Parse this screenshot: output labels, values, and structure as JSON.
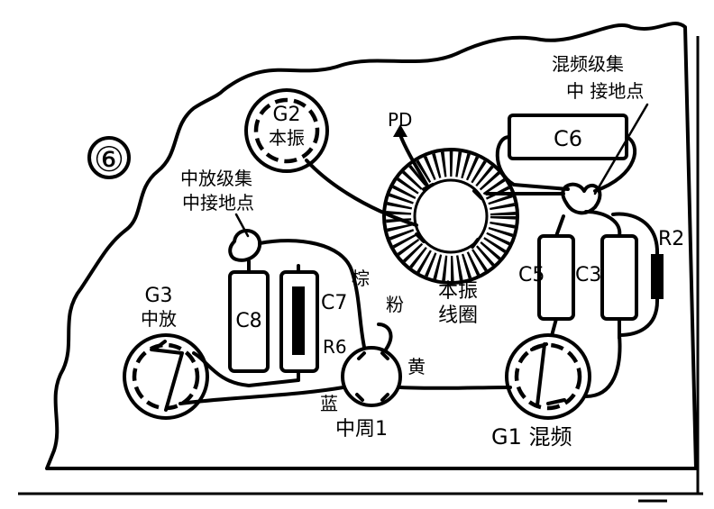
{
  "figure_number": "⑥",
  "labels": {
    "g2_top": "G2",
    "g2_bottom": "本振",
    "pd": "PD",
    "mixer_ground_line1": "混频级集",
    "mixer_ground_line2": "中 接地点",
    "c6": "C6",
    "if_ground_line1": "中放级集",
    "if_ground_line2": "中接地点",
    "g3_top": "G3",
    "g3_bottom": "中放",
    "c8": "C8",
    "c7": "C7",
    "r6": "R6",
    "brown": "棕",
    "pink": "粉",
    "osc_coil_line1": "本振",
    "osc_coil_line2": "线圈",
    "c5": "C5",
    "c3": "C3",
    "r2": "R2",
    "yellow": "黄",
    "blue": "蓝",
    "ift": "中周1",
    "g1": "G1 混频"
  },
  "colors": {
    "ink": "#000000",
    "paper": "#ffffff"
  }
}
